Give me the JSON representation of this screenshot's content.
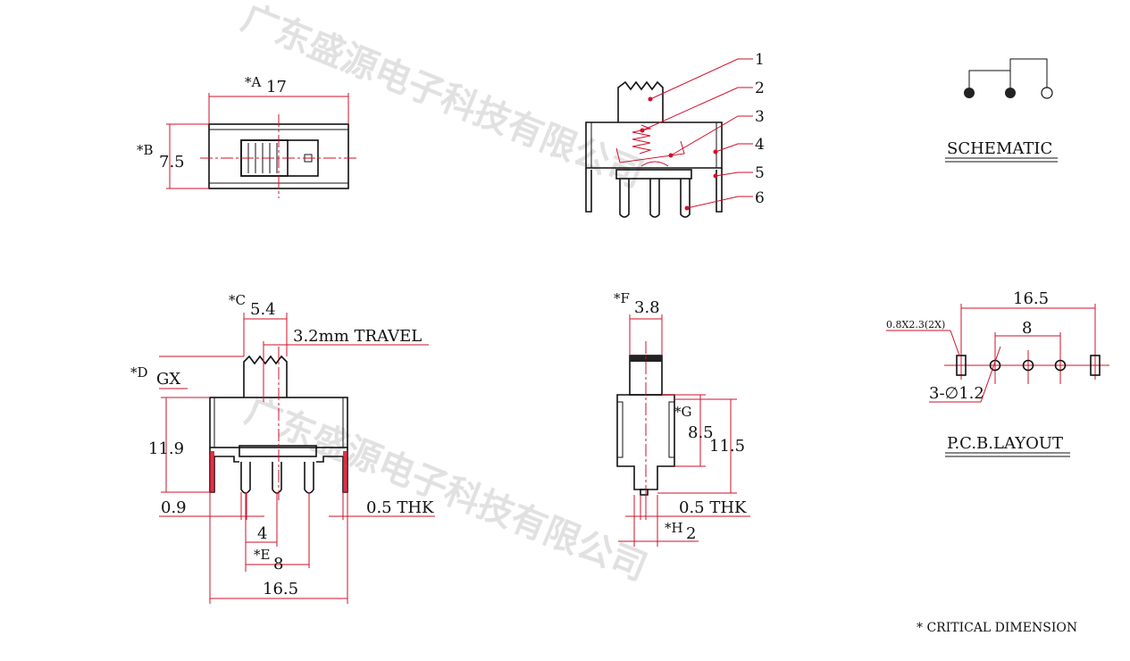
{
  "watermark": "广东盛源电子科技有限公司",
  "top_view": {
    "a_label": "*A",
    "a_value": "17",
    "b_label": "*B",
    "b_value": "7.5"
  },
  "side_view": {
    "callouts": [
      "1",
      "2",
      "3",
      "4",
      "5",
      "6"
    ]
  },
  "schematic": {
    "title": "SCHEMATIC"
  },
  "front_view": {
    "c_label": "*C",
    "c_value": "5.4",
    "travel": "3.2mm TRAVEL",
    "d_label": "*D",
    "d_value": "GX",
    "height": "11.9",
    "pin_width": "0.9",
    "thk": "0.5  THK",
    "pin_pitch": "4",
    "e_label": "*E",
    "e_value": "8",
    "width": "16.5"
  },
  "end_view": {
    "f_label": "*F",
    "f_value": "3.8",
    "g_label": "*G",
    "g_value": "8.5",
    "h_total": "11.5",
    "thk": "0.5  THK",
    "h_label": "*H",
    "h_value": "2"
  },
  "pcb": {
    "span": "16.5",
    "pitch": "8",
    "slot": "0.8X2.3(2X)",
    "holes": "3-∅1.2",
    "title": "P.C.B.LAYOUT"
  },
  "note": "* CRITICAL  DIMENSION"
}
